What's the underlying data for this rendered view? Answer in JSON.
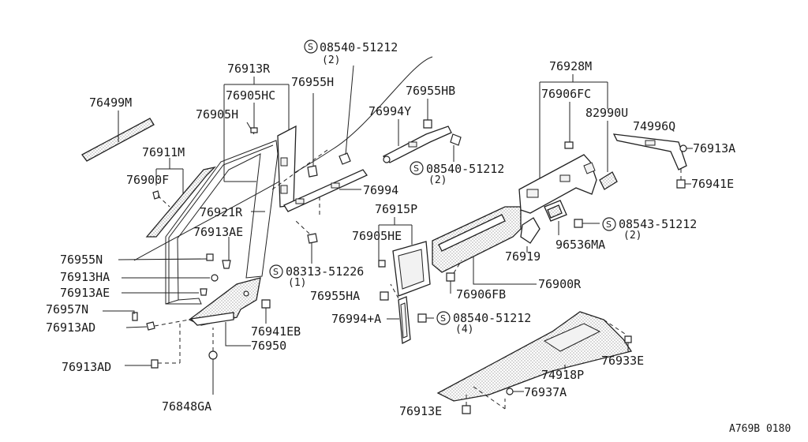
{
  "diagram": {
    "reference_code": "A769B 0180",
    "screw_symbol": "S",
    "labels": {
      "p76499M": "76499M",
      "p76911M": "76911M",
      "p76900F": "76900F",
      "p76913R": "76913R",
      "p76905HC": "76905HC",
      "p76905H": "76905H",
      "p76955H": "76955H",
      "p76921R": "76921R",
      "p76913AE_a": "76913AE",
      "p76955N": "76955N",
      "p76913HA": "76913HA",
      "p76913AE_b": "76913AE",
      "p76957N": "76957N",
      "p76913AD_a": "76913AD",
      "p76913AD_b": "76913AD",
      "p76848GA": "76848GA",
      "p76941EB": "76941EB",
      "p76950": "76950",
      "s08540_51212_a": "08540-51212",
      "s08540_51212_a_qty": "(2)",
      "p76955HB": "76955HB",
      "p76994Y": "76994Y",
      "s08540_51212_b": "08540-51212",
      "s08540_51212_b_qty": "(2)",
      "p76994": "76994",
      "p76915P": "76915P",
      "p76905HE": "76905HE",
      "s08313_51226": "08313-51226",
      "s08313_51226_qty": "(1)",
      "p76955HA": "76955HA",
      "p76994A": "76994+A",
      "s08540_51212_c": "08540-51212",
      "s08540_51212_c_qty": "(4)",
      "p76906FB": "76906FB",
      "p76900R": "76900R",
      "p76919": "76919",
      "p76928M": "76928M",
      "p76906FC": "76906FC",
      "p82990U": "82990U",
      "p74996Q": "74996Q",
      "p76913A": "76913A",
      "p76941E": "76941E",
      "s08543_51212": "08543-51212",
      "s08543_51212_qty": "(2)",
      "p96536MA": "96536MA",
      "p74918P": "74918P",
      "p76933E": "76933E",
      "p76937A": "76937A",
      "p76913E": "76913E"
    }
  }
}
